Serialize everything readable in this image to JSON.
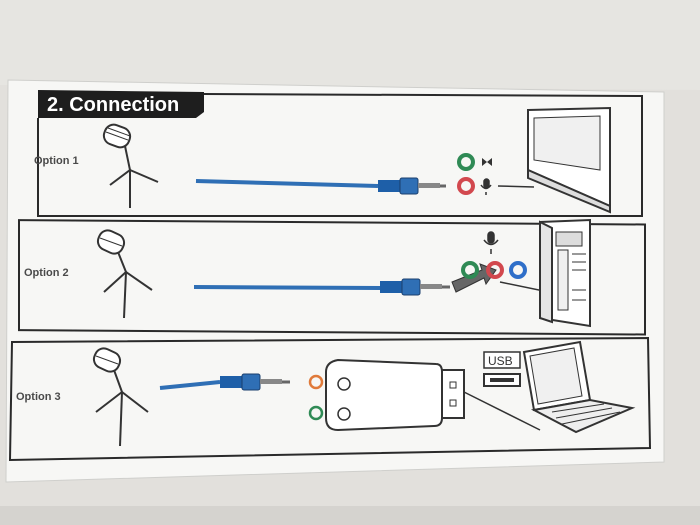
{
  "manual": {
    "section_title": "2. Connection",
    "options": [
      {
        "label": "Option 1"
      },
      {
        "label": "Option 2"
      },
      {
        "label": "Option 3"
      }
    ],
    "usb_label": "USB"
  },
  "colors": {
    "cable_blue": "#2f6fb5",
    "jack_green": "#2f8a55",
    "jack_pink": "#d2484e",
    "jack_blue": "#2f6fc9",
    "jack_orange": "#e07a3a",
    "tab_black": "#1e1e1e"
  },
  "icons": [
    "microphone-icon",
    "headphone-icon",
    "usb-plug-icon",
    "laptop-icon",
    "desktop-tower-icon",
    "sound-card-adapter-icon"
  ]
}
